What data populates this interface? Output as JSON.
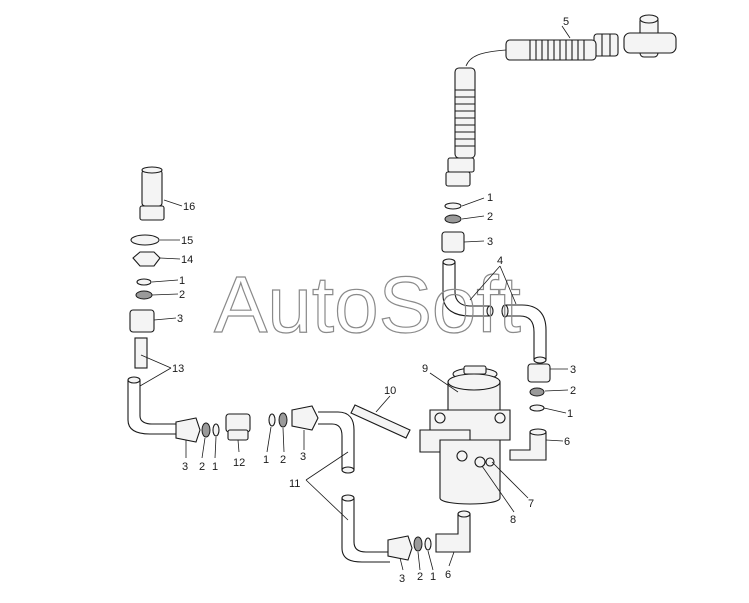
{
  "watermark": "AutoSoft",
  "callouts": [
    {
      "id": "c5",
      "text": "5"
    },
    {
      "id": "c1a",
      "text": "1"
    },
    {
      "id": "c2a",
      "text": "2"
    },
    {
      "id": "c3a",
      "text": "3"
    },
    {
      "id": "c4",
      "text": "4"
    },
    {
      "id": "c16",
      "text": "16"
    },
    {
      "id": "c15",
      "text": "15"
    },
    {
      "id": "c14",
      "text": "14"
    },
    {
      "id": "c1b",
      "text": "1"
    },
    {
      "id": "c2b",
      "text": "2"
    },
    {
      "id": "c3b",
      "text": "3"
    },
    {
      "id": "c13",
      "text": "13"
    },
    {
      "id": "c9",
      "text": "9"
    },
    {
      "id": "c3c",
      "text": "3"
    },
    {
      "id": "c2c",
      "text": "2"
    },
    {
      "id": "c1c",
      "text": "1"
    },
    {
      "id": "c10",
      "text": "10"
    },
    {
      "id": "c6a",
      "text": "6"
    },
    {
      "id": "c7",
      "text": "7"
    },
    {
      "id": "c8",
      "text": "8"
    },
    {
      "id": "c11",
      "text": "11"
    },
    {
      "id": "c3d",
      "text": "3"
    },
    {
      "id": "c2d",
      "text": "2"
    },
    {
      "id": "c1d",
      "text": "1"
    },
    {
      "id": "c12",
      "text": "12"
    },
    {
      "id": "c1e",
      "text": "1"
    },
    {
      "id": "c2e",
      "text": "2"
    },
    {
      "id": "c3e",
      "text": "3"
    },
    {
      "id": "c3f",
      "text": "3"
    },
    {
      "id": "c2f",
      "text": "2"
    },
    {
      "id": "c1f",
      "text": "1"
    },
    {
      "id": "c6b",
      "text": "6"
    }
  ]
}
